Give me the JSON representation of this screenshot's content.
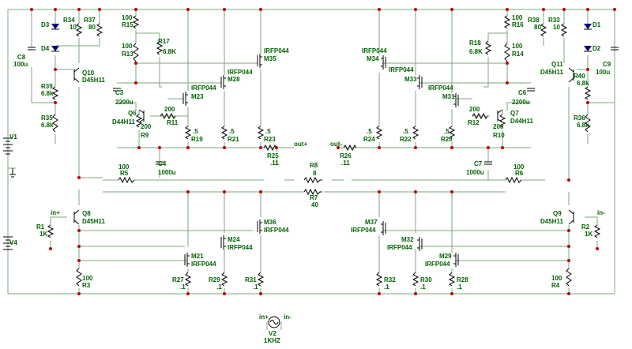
{
  "components": {
    "R34": {
      "ref": "R34",
      "value": "10"
    },
    "R37": {
      "ref": "R37",
      "value": "80"
    },
    "R15": {
      "ref": "R15",
      "value": "100"
    },
    "R13": {
      "ref": "R13",
      "value": "100"
    },
    "R17": {
      "ref": "R17",
      "value": "6.8K"
    },
    "R39": {
      "ref": "R39",
      "value": "6.8k"
    },
    "R35": {
      "ref": "R35",
      "value": "6.8k"
    },
    "R11": {
      "ref": "R11",
      "value": "200"
    },
    "R9": {
      "ref": "R9",
      "value": "200"
    },
    "R19": {
      "ref": "R19",
      "value": ".5"
    },
    "R21": {
      "ref": "R21",
      "value": ".5"
    },
    "R23": {
      "ref": "R23",
      "value": ".5"
    },
    "R25": {
      "ref": "R25",
      "value": ".11"
    },
    "R26": {
      "ref": "R26",
      "value": ".11"
    },
    "R8": {
      "ref": "R8",
      "value": "8"
    },
    "R7": {
      "ref": "R7",
      "value": "40"
    },
    "R5": {
      "ref": "R5",
      "value": "100"
    },
    "R6": {
      "ref": "R6",
      "value": "100"
    },
    "R24": {
      "ref": "R24",
      "value": ".5"
    },
    "R22": {
      "ref": "R22",
      "value": ".5"
    },
    "R20": {
      "ref": "R20",
      "value": ".5"
    },
    "R12": {
      "ref": "R12",
      "value": "200"
    },
    "R10": {
      "ref": "R10",
      "value": "200"
    },
    "R18": {
      "ref": "R18",
      "value": "6.8K"
    },
    "R16": {
      "ref": "R16",
      "value": "100"
    },
    "R14": {
      "ref": "R14",
      "value": "100"
    },
    "R38": {
      "ref": "R38",
      "value": "80"
    },
    "R33": {
      "ref": "R33",
      "value": "10"
    },
    "R40": {
      "ref": "R40",
      "value": "6.8k"
    },
    "R36": {
      "ref": "R36",
      "value": "6.8k"
    },
    "R1": {
      "ref": "R1",
      "value": "1K"
    },
    "R2": {
      "ref": "R2",
      "value": "1K"
    },
    "R3": {
      "ref": "R3",
      "value": "100"
    },
    "R4": {
      "ref": "R4",
      "value": "100"
    },
    "R27": {
      "ref": "R27",
      "value": ".1"
    },
    "R29": {
      "ref": "R29",
      "value": ".1"
    },
    "R31": {
      "ref": "R31",
      "value": ".1"
    },
    "R32": {
      "ref": "R32",
      "value": ".1"
    },
    "R30": {
      "ref": "R30",
      "value": ".1"
    },
    "R28": {
      "ref": "R28",
      "value": ".1"
    },
    "C8": {
      "ref": "C8",
      "value": "100u"
    },
    "C9": {
      "ref": "C9",
      "value": "100u"
    },
    "C3": {
      "ref": "C3",
      "value": "2200u"
    },
    "C6": {
      "ref": "C6",
      "value": "2200u"
    },
    "C4": {
      "ref": "C4",
      "value": "1000u"
    },
    "C7": {
      "ref": "C7",
      "value": "1000u"
    },
    "Q10": {
      "ref": "Q10",
      "value": "D45H11"
    },
    "Q11": {
      "ref": "Q11",
      "value": "D45H11"
    },
    "Q6": {
      "ref": "Q6",
      "value": "D44H11"
    },
    "Q7": {
      "ref": "Q7",
      "value": "D44H11"
    },
    "Q8": {
      "ref": "Q8",
      "value": "D45H11"
    },
    "Q9": {
      "ref": "Q9",
      "value": "D45H11"
    },
    "M35": {
      "ref": "M35",
      "value": "IRFP044"
    },
    "M28": {
      "ref": "M28",
      "value": "IRFP044"
    },
    "M23": {
      "ref": "M23",
      "value": "IRFP044"
    },
    "M34": {
      "ref": "M34",
      "value": "IRFP044"
    },
    "M33": {
      "ref": "M33",
      "value": "IRFP044"
    },
    "M31": {
      "ref": "M31",
      "value": "IRFP044"
    },
    "M36": {
      "ref": "M36",
      "value": "IRFP044"
    },
    "M24": {
      "ref": "M24",
      "value": "IRFP044"
    },
    "M21": {
      "ref": "M21",
      "value": "IRFP044"
    },
    "M37": {
      "ref": "M37",
      "value": "IRFP044"
    },
    "M32": {
      "ref": "M32",
      "value": "IRFP044"
    },
    "M29": {
      "ref": "M29",
      "value": "IRFP044"
    },
    "D3": {
      "ref": "D3"
    },
    "D4": {
      "ref": "D4"
    },
    "D1": {
      "ref": "D1"
    },
    "D2": {
      "ref": "D2"
    },
    "V1": {
      "ref": "V1"
    },
    "V4": {
      "ref": "V4"
    },
    "V2": {
      "ref": "V2",
      "value": "1KHZ"
    }
  },
  "nets": {
    "out_plus": "out+",
    "out_minus": "out-",
    "in_plus": "in+",
    "in_minus": "in-"
  },
  "colors": {
    "wire": "#7aa87a",
    "label": "#006400",
    "junction": "#c00000",
    "diode": "#00007a"
  }
}
